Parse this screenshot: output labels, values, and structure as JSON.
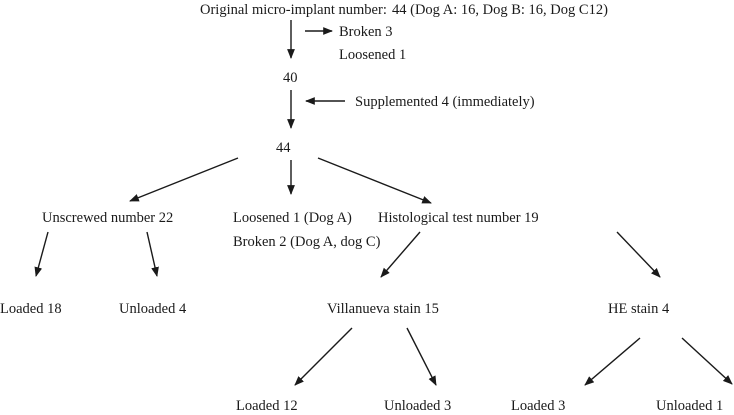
{
  "nodes": {
    "original_label": "Original micro-implant number:",
    "original_value": "44 (Dog A: 16, Dog B: 16, Dog C12)",
    "broken_3": "Broken 3",
    "loosened_1": "Loosened 1",
    "count_40": "40",
    "supplemented": "Supplemented 4 (immediately)",
    "count_44": "44",
    "unscrewed": "Unscrewed number 22",
    "loosened_dog_a": "Loosened 1 (Dog A)",
    "broken_dogs": "Broken 2 (Dog A, dog C)",
    "histological": "Histological test number 19",
    "loaded_18": "Loaded 18",
    "unloaded_4": "Unloaded 4",
    "villanueva": "Villanueva stain 15",
    "he_stain": "HE stain 4",
    "loaded_12": "Loaded 12",
    "unloaded_3": "Unloaded 3",
    "loaded_3": "Loaded 3",
    "unloaded_1": "Unloaded 1"
  }
}
